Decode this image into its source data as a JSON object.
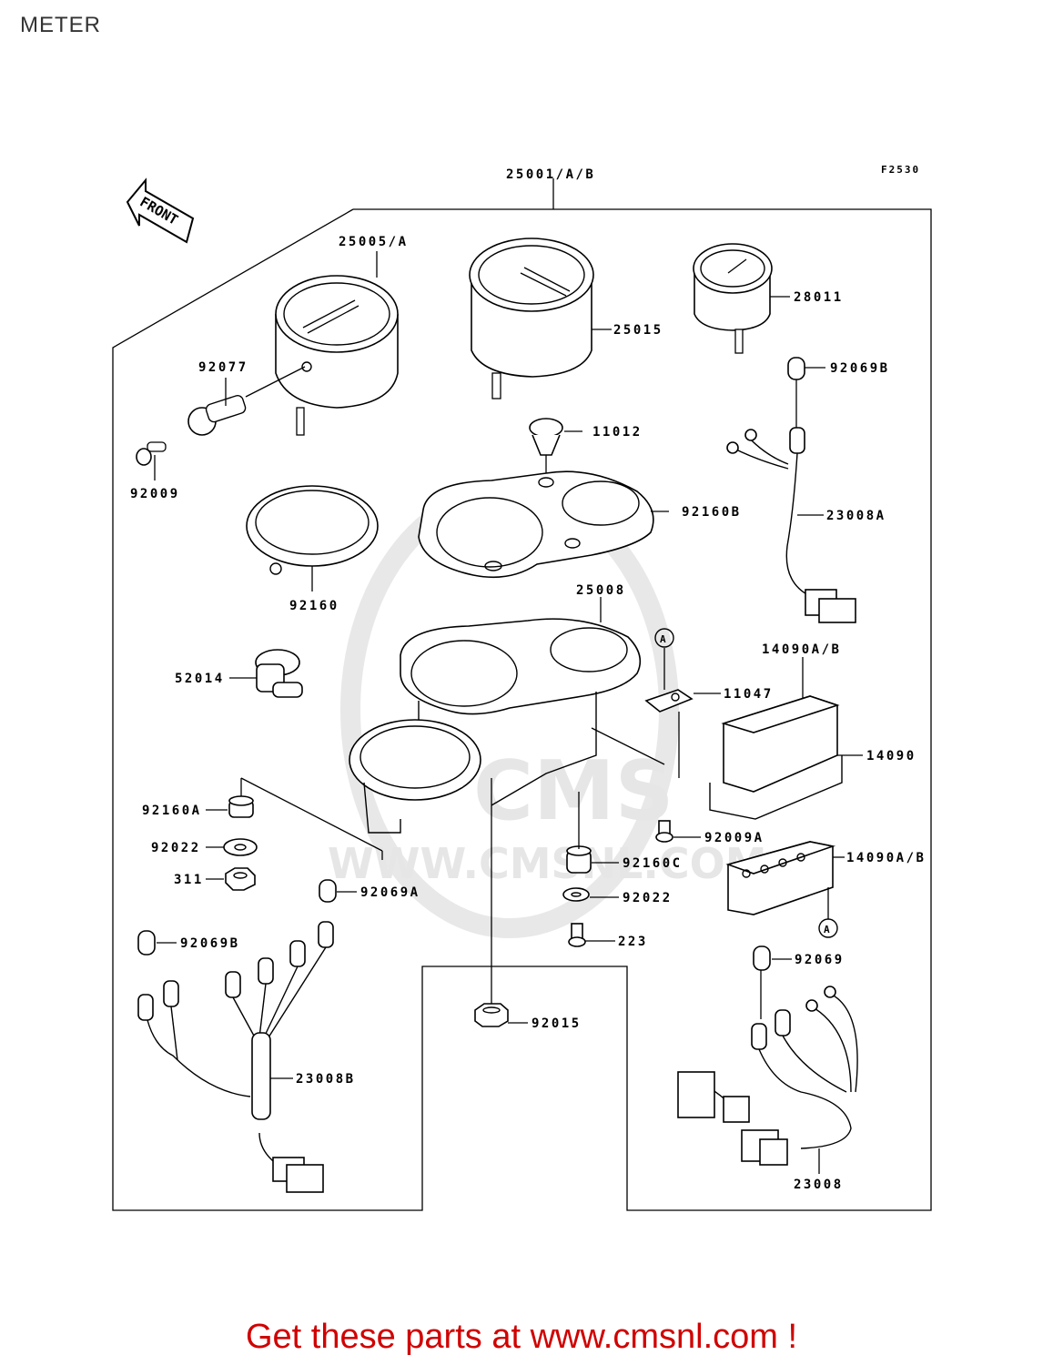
{
  "page": {
    "title": "METER",
    "cta": "Get these parts at www.cmsnl.com !"
  },
  "diagram": {
    "figure_code": "F2530",
    "front_label": "FRONT",
    "watermark": "WWW.CMSNL.COM",
    "watermark_logo": "CMS",
    "callout_ref": "A",
    "labels": {
      "p25001": "25001/A/B",
      "p25005": "25005/A",
      "p25015": "25015",
      "p28011": "28011",
      "p92077": "92077",
      "p92069b_top": "92069B",
      "p11012": "11012",
      "p92009": "92009",
      "p92160b": "92160B",
      "p23008a": "23008A",
      "p92160": "92160",
      "p25008": "25008",
      "p14090ab_top": "14090A/B",
      "p52014": "52014",
      "p11047": "11047",
      "p14090": "14090",
      "p92160a": "92160A",
      "p92009a": "92009A",
      "p92022_left": "92022",
      "p92160c": "92160C",
      "p14090ab_bottom": "14090A/B",
      "p311": "311",
      "p92069a": "92069A",
      "p92022_right": "92022",
      "p92069b_left": "92069B",
      "p223": "223",
      "p92069": "92069",
      "p92015": "92015",
      "p23008b": "23008B",
      "p23008": "23008"
    }
  }
}
